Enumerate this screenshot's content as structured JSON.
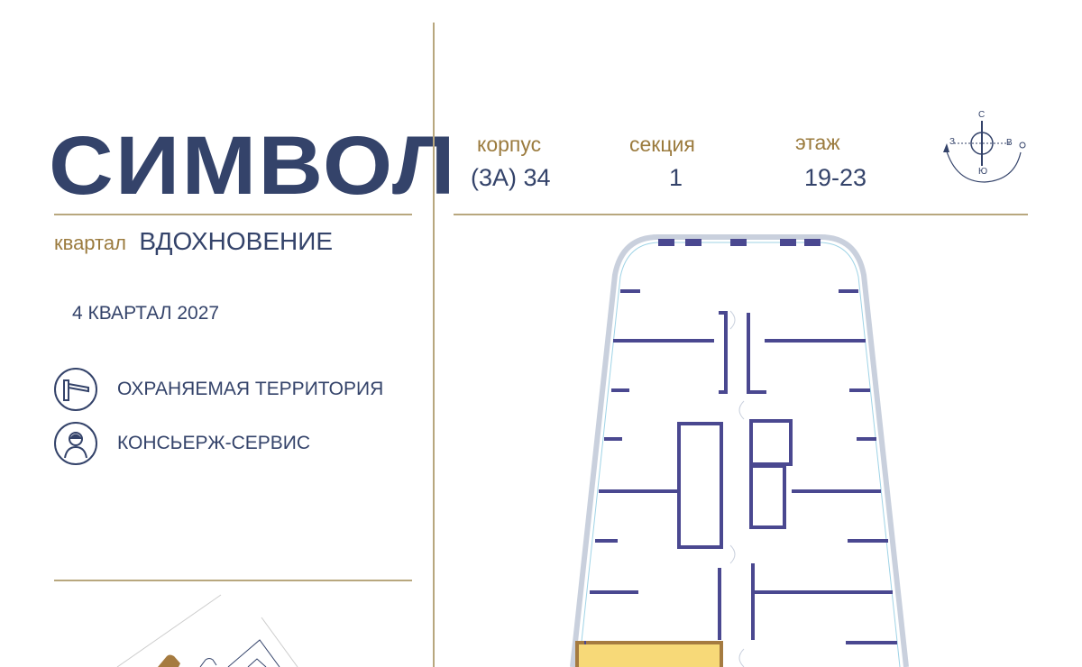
{
  "brand": {
    "name": "СИМВОЛ",
    "district_label": "квартал",
    "district_name": "ВДОХНОВЕНИЕ"
  },
  "completion": "4 КВАРТАЛ 2027",
  "features": [
    {
      "icon": "barrier-icon",
      "label": "ОХРАНЯЕМАЯ ТЕРРИТОРИЯ"
    },
    {
      "icon": "concierge-icon",
      "label": "КОНСЬЕРЖ-СЕРВИС"
    }
  ],
  "info": {
    "building_label": "корпус",
    "building_value": "(3А) 34",
    "section_label": "секция",
    "section_value": "1",
    "floor_label": "этаж",
    "floor_value": "19-23"
  },
  "compass": {
    "north": "С",
    "south": "Ю",
    "west": "З",
    "east": "В"
  },
  "colors": {
    "navy": "#34436a",
    "gold": "#9b7b3e",
    "walls": "#4a4890",
    "highlight": "#f7d978"
  }
}
